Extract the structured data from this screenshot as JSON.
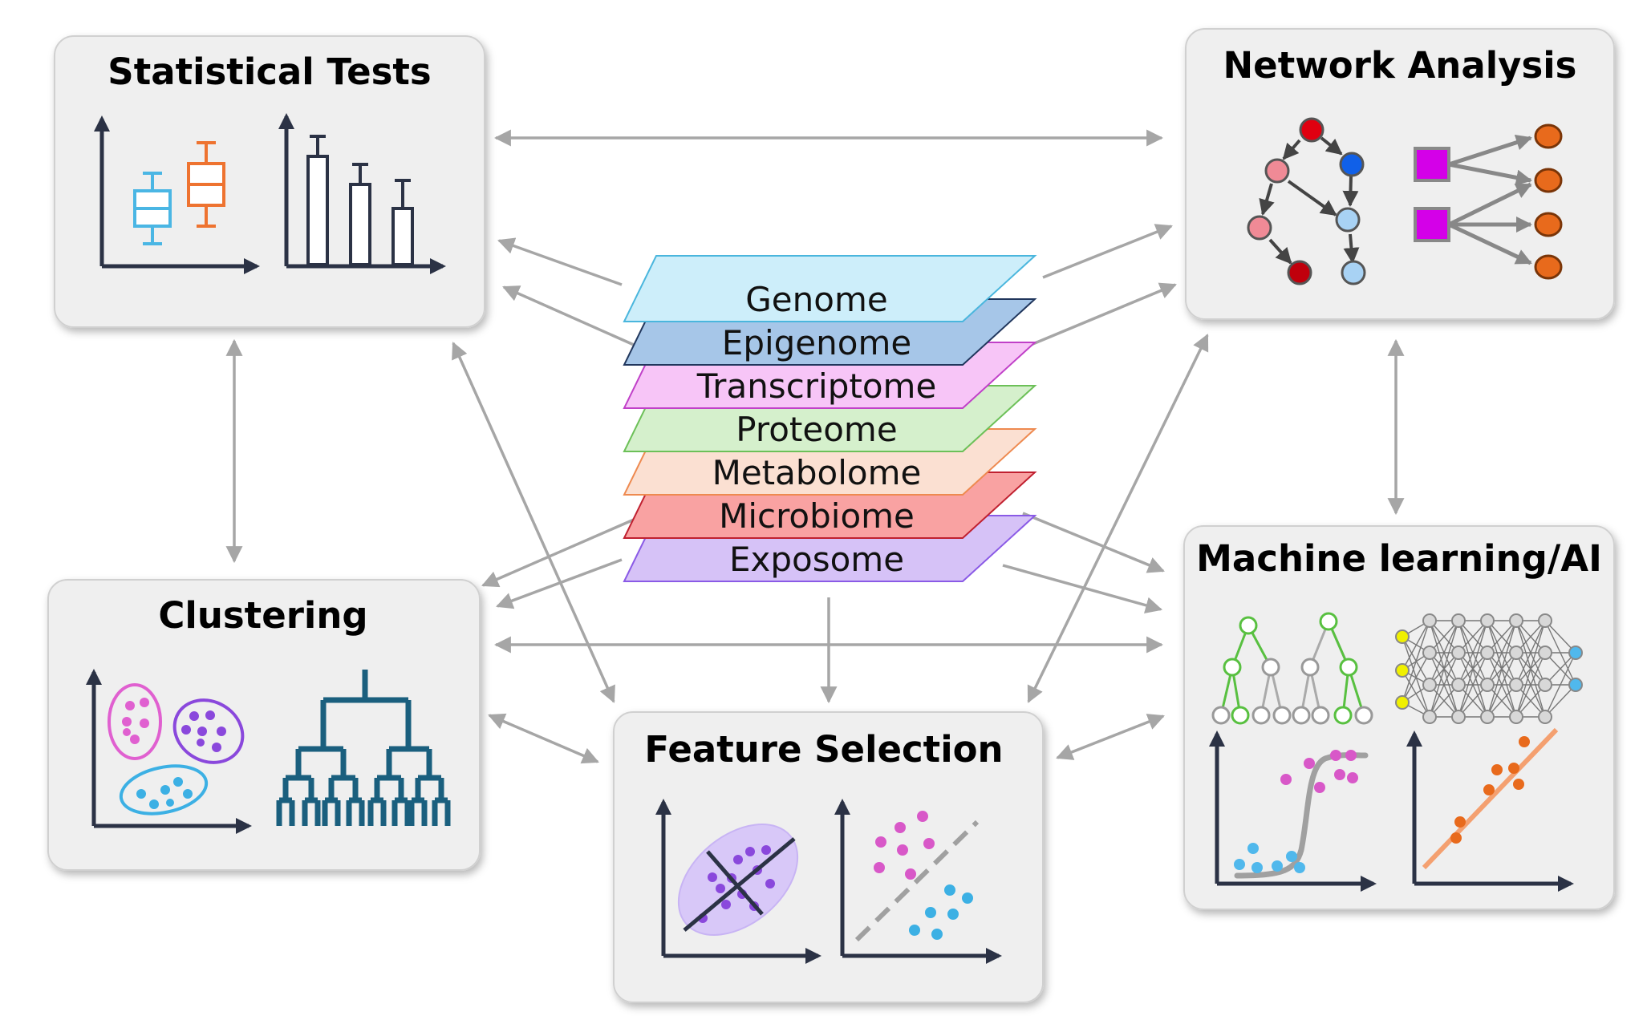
{
  "boxes": {
    "statistical_tests": {
      "title": "Statistical Tests"
    },
    "network_analysis": {
      "title": "Network Analysis"
    },
    "clustering": {
      "title": "Clustering"
    },
    "machine_learning": {
      "title": "Machine learning/AI"
    },
    "feature_selection": {
      "title": "Feature Selection"
    }
  },
  "layers": [
    {
      "label": "Genome",
      "fill": "#cdeefa",
      "stroke": "#4ab6dd"
    },
    {
      "label": "Epigenome",
      "fill": "#a6c6e8",
      "stroke": "#20365c"
    },
    {
      "label": "Transcriptome",
      "fill": "#f7c5f7",
      "stroke": "#c040c8"
    },
    {
      "label": "Proteome",
      "fill": "#d5f0cc",
      "stroke": "#6cc058"
    },
    {
      "label": "Metabolome",
      "fill": "#fbe0d2",
      "stroke": "#ee8a50"
    },
    {
      "label": "Microbiome",
      "fill": "#f9a2a2",
      "stroke": "#c02030"
    },
    {
      "label": "Exposome",
      "fill": "#d6c2f7",
      "stroke": "#8a5ae6"
    }
  ],
  "colors": {
    "box_fill": "#efefef",
    "arrow": "#a6a6a6",
    "axis": "#2b3245",
    "boxplot_blue": "#4ab6e4",
    "boxplot_orange": "#ee7330",
    "node_red": "#e00010",
    "node_blue": "#1060e8",
    "node_pink": "#f08a96",
    "node_lightblue": "#a8d2f4",
    "node_darkred": "#c0000c",
    "square_magenta": "#d400e8",
    "node_orange": "#e86a1c",
    "dendrogram": "#1a5f7e",
    "cluster_pink": "#e060d0",
    "cluster_purple": "#8a48dc",
    "cluster_blue": "#3cb0e4",
    "tree_green": "#58c040",
    "nn_yellow": "#f0f000",
    "nn_blue": "#50b8ec",
    "sigmoid_grey": "#a0a0a0",
    "regression_line": "#f4a070"
  },
  "icons": [
    "boxplot-icon",
    "bar-chart-icon",
    "directed-graph-icon",
    "bipartite-graph-icon",
    "cluster-scatter-icon",
    "dendrogram-icon",
    "decision-tree-icon",
    "neural-network-icon",
    "sigmoid-plot-icon",
    "regression-plot-icon",
    "pca-ellipse-icon",
    "separation-plot-icon"
  ]
}
